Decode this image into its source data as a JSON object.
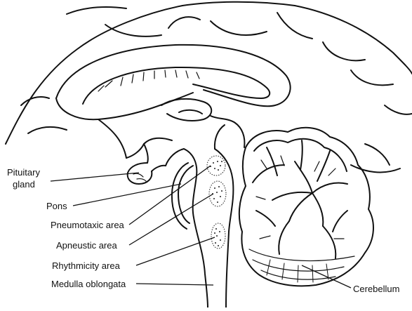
{
  "labels": {
    "pituitary_line1": "Pituitary",
    "pituitary_line2": "gland",
    "pons": "Pons",
    "pneumotaxic": "Pneumotaxic area",
    "apneustic": "Apneustic area",
    "rhythmicity": "Rhythmicity area",
    "medulla": "Medulla oblongata",
    "cerebellum": "Cerebellum"
  },
  "colors": {
    "line": "#111111",
    "background": "#ffffff",
    "stipple": "#222222"
  }
}
